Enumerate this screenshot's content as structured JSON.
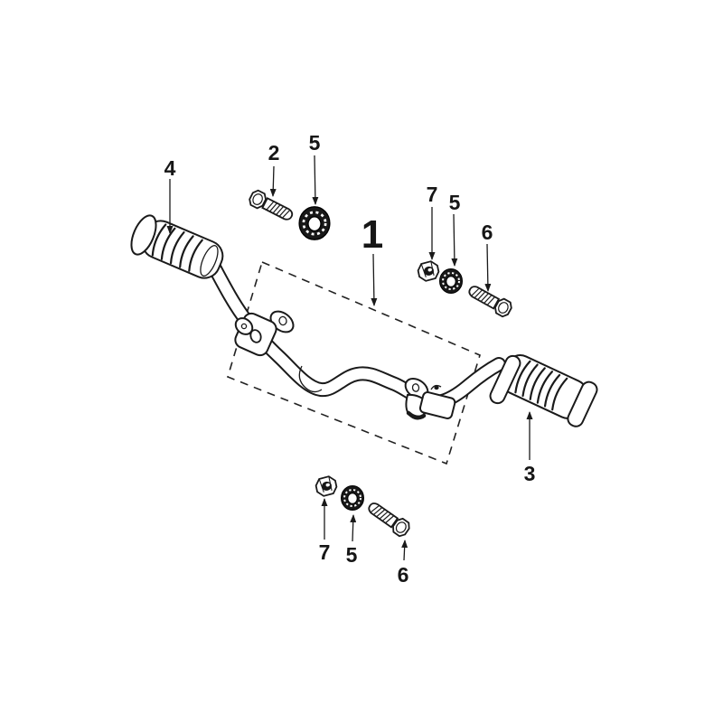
{
  "diagram": {
    "colors": {
      "background": "#ffffff",
      "ink": "#1a1a1a"
    },
    "callouts": [
      {
        "label": "4"
      },
      {
        "label": "2"
      },
      {
        "label": "5"
      },
      {
        "label": "1"
      },
      {
        "label": "7"
      },
      {
        "label": "5"
      },
      {
        "label": "6"
      },
      {
        "label": "3"
      },
      {
        "label": "7"
      },
      {
        "label": "5"
      },
      {
        "label": "6"
      }
    ]
  }
}
